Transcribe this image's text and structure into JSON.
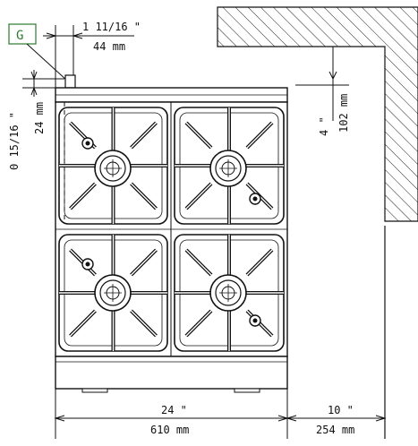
{
  "drawing": {
    "connector_label": "G",
    "connector_offset_in": "1 11/16 \"",
    "connector_offset_mm": "44 mm",
    "connector_height_in": "0 15/16 \"",
    "connector_height_mm": "24 mm",
    "wall_clearance_in": "4 \"",
    "wall_clearance_mm": "102 mm",
    "width_in": "24 \"",
    "width_mm": "610 mm",
    "side_clearance_in": "10 \"",
    "side_clearance_mm": "254 mm"
  },
  "appliance": {
    "burners": 4,
    "grates": 4,
    "knobs": 4
  },
  "colors": {
    "line": "#111111",
    "background": "#ffffff"
  }
}
